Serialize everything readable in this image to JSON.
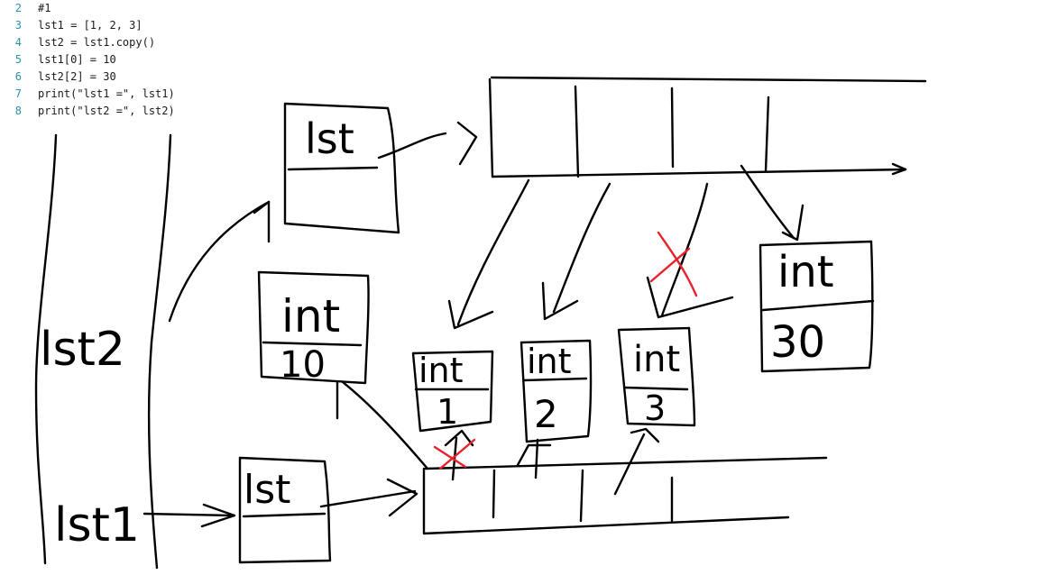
{
  "code": {
    "lines": [
      {
        "num": "2",
        "text": "#1"
      },
      {
        "num": "3",
        "text": "lst1 = [1, 2, 3]"
      },
      {
        "num": "4",
        "text": "lst2 = lst1.copy()"
      },
      {
        "num": "5",
        "text": "lst1[0] = 10"
      },
      {
        "num": "6",
        "text": "lst2[2] = 30"
      },
      {
        "num": "7",
        "text": "print(\"lst1 =\", lst1)"
      },
      {
        "num": "8",
        "text": "print(\"lst2 =\", lst2)"
      }
    ]
  },
  "diagram": {
    "variables": {
      "lst2": "lst2",
      "lst1": "lst1"
    },
    "list_objects": {
      "lst2_type": "lst",
      "lst1_type": "lst"
    },
    "int_objects": [
      {
        "id": "int10",
        "type": "int",
        "value": "10"
      },
      {
        "id": "int1",
        "type": "int",
        "value": "1"
      },
      {
        "id": "int2",
        "type": "int",
        "value": "2"
      },
      {
        "id": "int3",
        "type": "int",
        "value": "3"
      },
      {
        "id": "int30",
        "type": "int",
        "value": "30"
      }
    ],
    "colors": {
      "ink": "#000000",
      "cross": "#e8222c",
      "line_numbers": "#2b91af"
    }
  }
}
